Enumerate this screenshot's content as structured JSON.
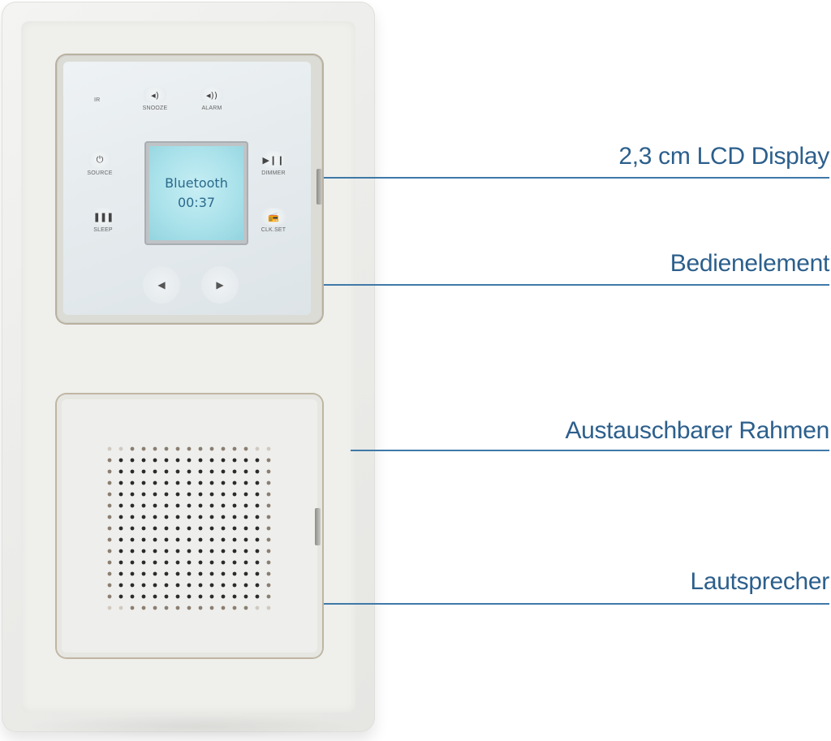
{
  "device": {
    "buttons": {
      "ir": "IR",
      "snooze": "SNOOZE",
      "alarm": "ALARM",
      "source": "SOURCE",
      "dimmer": "DIMMER",
      "sleep": "SLEEP",
      "clkset": "CLK.SET"
    },
    "icons": {
      "snooze": "speaker-low-icon",
      "alarm": "speaker-high-icon",
      "source": "power-icon",
      "dimmer": "play-pause-icon",
      "sleep": "equalizer-icon",
      "clkset": "radio-icon",
      "left": "arrow-left-icon",
      "right": "arrow-right-icon"
    },
    "display": {
      "line1": "Bluetooth",
      "line2": "00:37"
    }
  },
  "callouts": [
    {
      "label": "2,3 cm LCD Display"
    },
    {
      "label": "Bedienelement"
    },
    {
      "label": "Austauschbarer Rahmen"
    },
    {
      "label": "Lautsprecher"
    }
  ],
  "colors": {
    "callout_text": "#2c5f8c",
    "callout_line": "#3f79a8",
    "lcd_background": "#a9e1ea",
    "lcd_text": "#2a6a8c"
  }
}
